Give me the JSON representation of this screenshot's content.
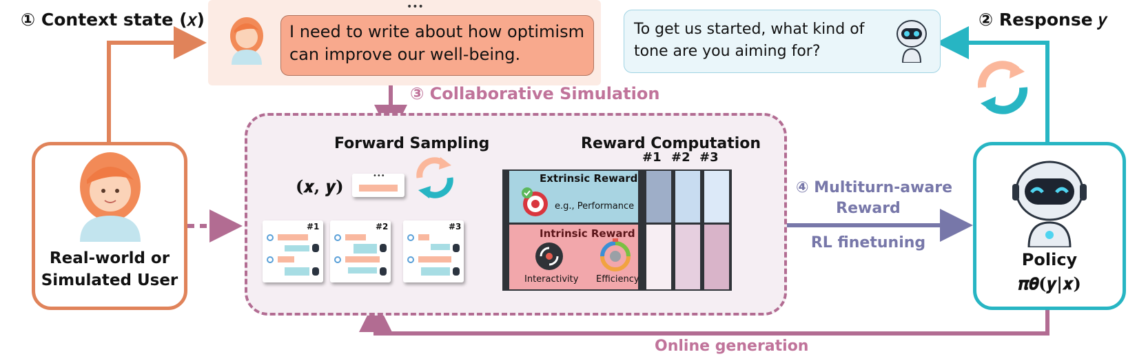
{
  "steps": {
    "context": "① Context state (𝑥)",
    "response": "② Response 𝑦",
    "simulation": "③ Collaborative Simulation",
    "reward_line1": "④ Multiturn-aware",
    "reward_line2": "Reward"
  },
  "user_bubble": {
    "ellipsis": "•••",
    "text": "I need to write about how optimism can improve our well-being."
  },
  "bot_bubble": {
    "text": "To get us started, what kind of tone are you aiming for?"
  },
  "user_box": {
    "line1": "Real-world or",
    "line2": "Simulated User"
  },
  "policy_box": {
    "title": "Policy",
    "formula": "𝝅𝜽(𝒚|𝒙)"
  },
  "simulation": {
    "forward_sampling": "Forward Sampling",
    "reward_computation": "Reward Computation",
    "xy": "(𝒙, 𝒚)",
    "sample_ellipsis": "•••",
    "samples": [
      "#1",
      "#2",
      "#3"
    ],
    "columns": [
      "#1",
      "#2",
      "#3"
    ],
    "extrinsic": {
      "title": "Extrinsic Reward",
      "example": "e.g., Performance"
    },
    "intrinsic": {
      "title": "Intrinsic Reward",
      "interactivity": "Interactivity",
      "efficiency": "Efficiency"
    }
  },
  "rl_finetuning": "RL finetuning",
  "online_generation": "Online generation",
  "colors": {
    "user": "#e0835a",
    "policy": "#27b5c3",
    "simulation": "#b26c92",
    "reward_arrow": "#7777a9"
  }
}
